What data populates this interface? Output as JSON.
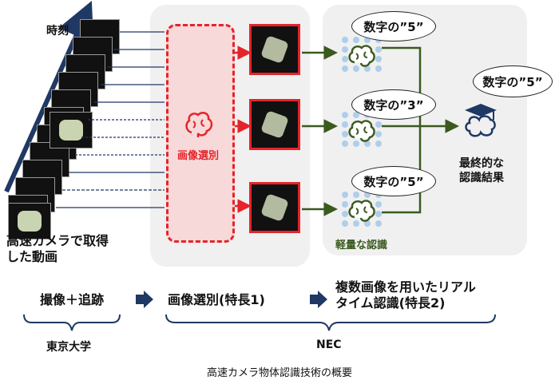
{
  "labels": {
    "time_axis": "時刻",
    "camera_video": "高速カメラで取得\nした動画",
    "filter": "画像選別",
    "light_recognition": "軽量な認識",
    "final_result": "最終的な\n認識結果",
    "bubble_1": "数字の”5”",
    "bubble_2": "数字の”3”",
    "bubble_3": "数字の”5”",
    "bubble_final": "数字の”5”"
  },
  "flow": {
    "step1": "撮像＋追跡",
    "step2": "画像選別(特長1)",
    "step3": "複数画像を用いたリアル\nタイム認識(特長2)",
    "org1": "東京大学",
    "org2": "NEC"
  },
  "caption": "高速カメラ物体認識技術の概要",
  "colors": {
    "red": "#e4242a",
    "green": "#3a5a1e",
    "navy": "#1f3864",
    "panel": "#f0f0f0"
  },
  "icons": [
    "brain-icon",
    "graduation-brain-icon",
    "arrow-icon"
  ]
}
